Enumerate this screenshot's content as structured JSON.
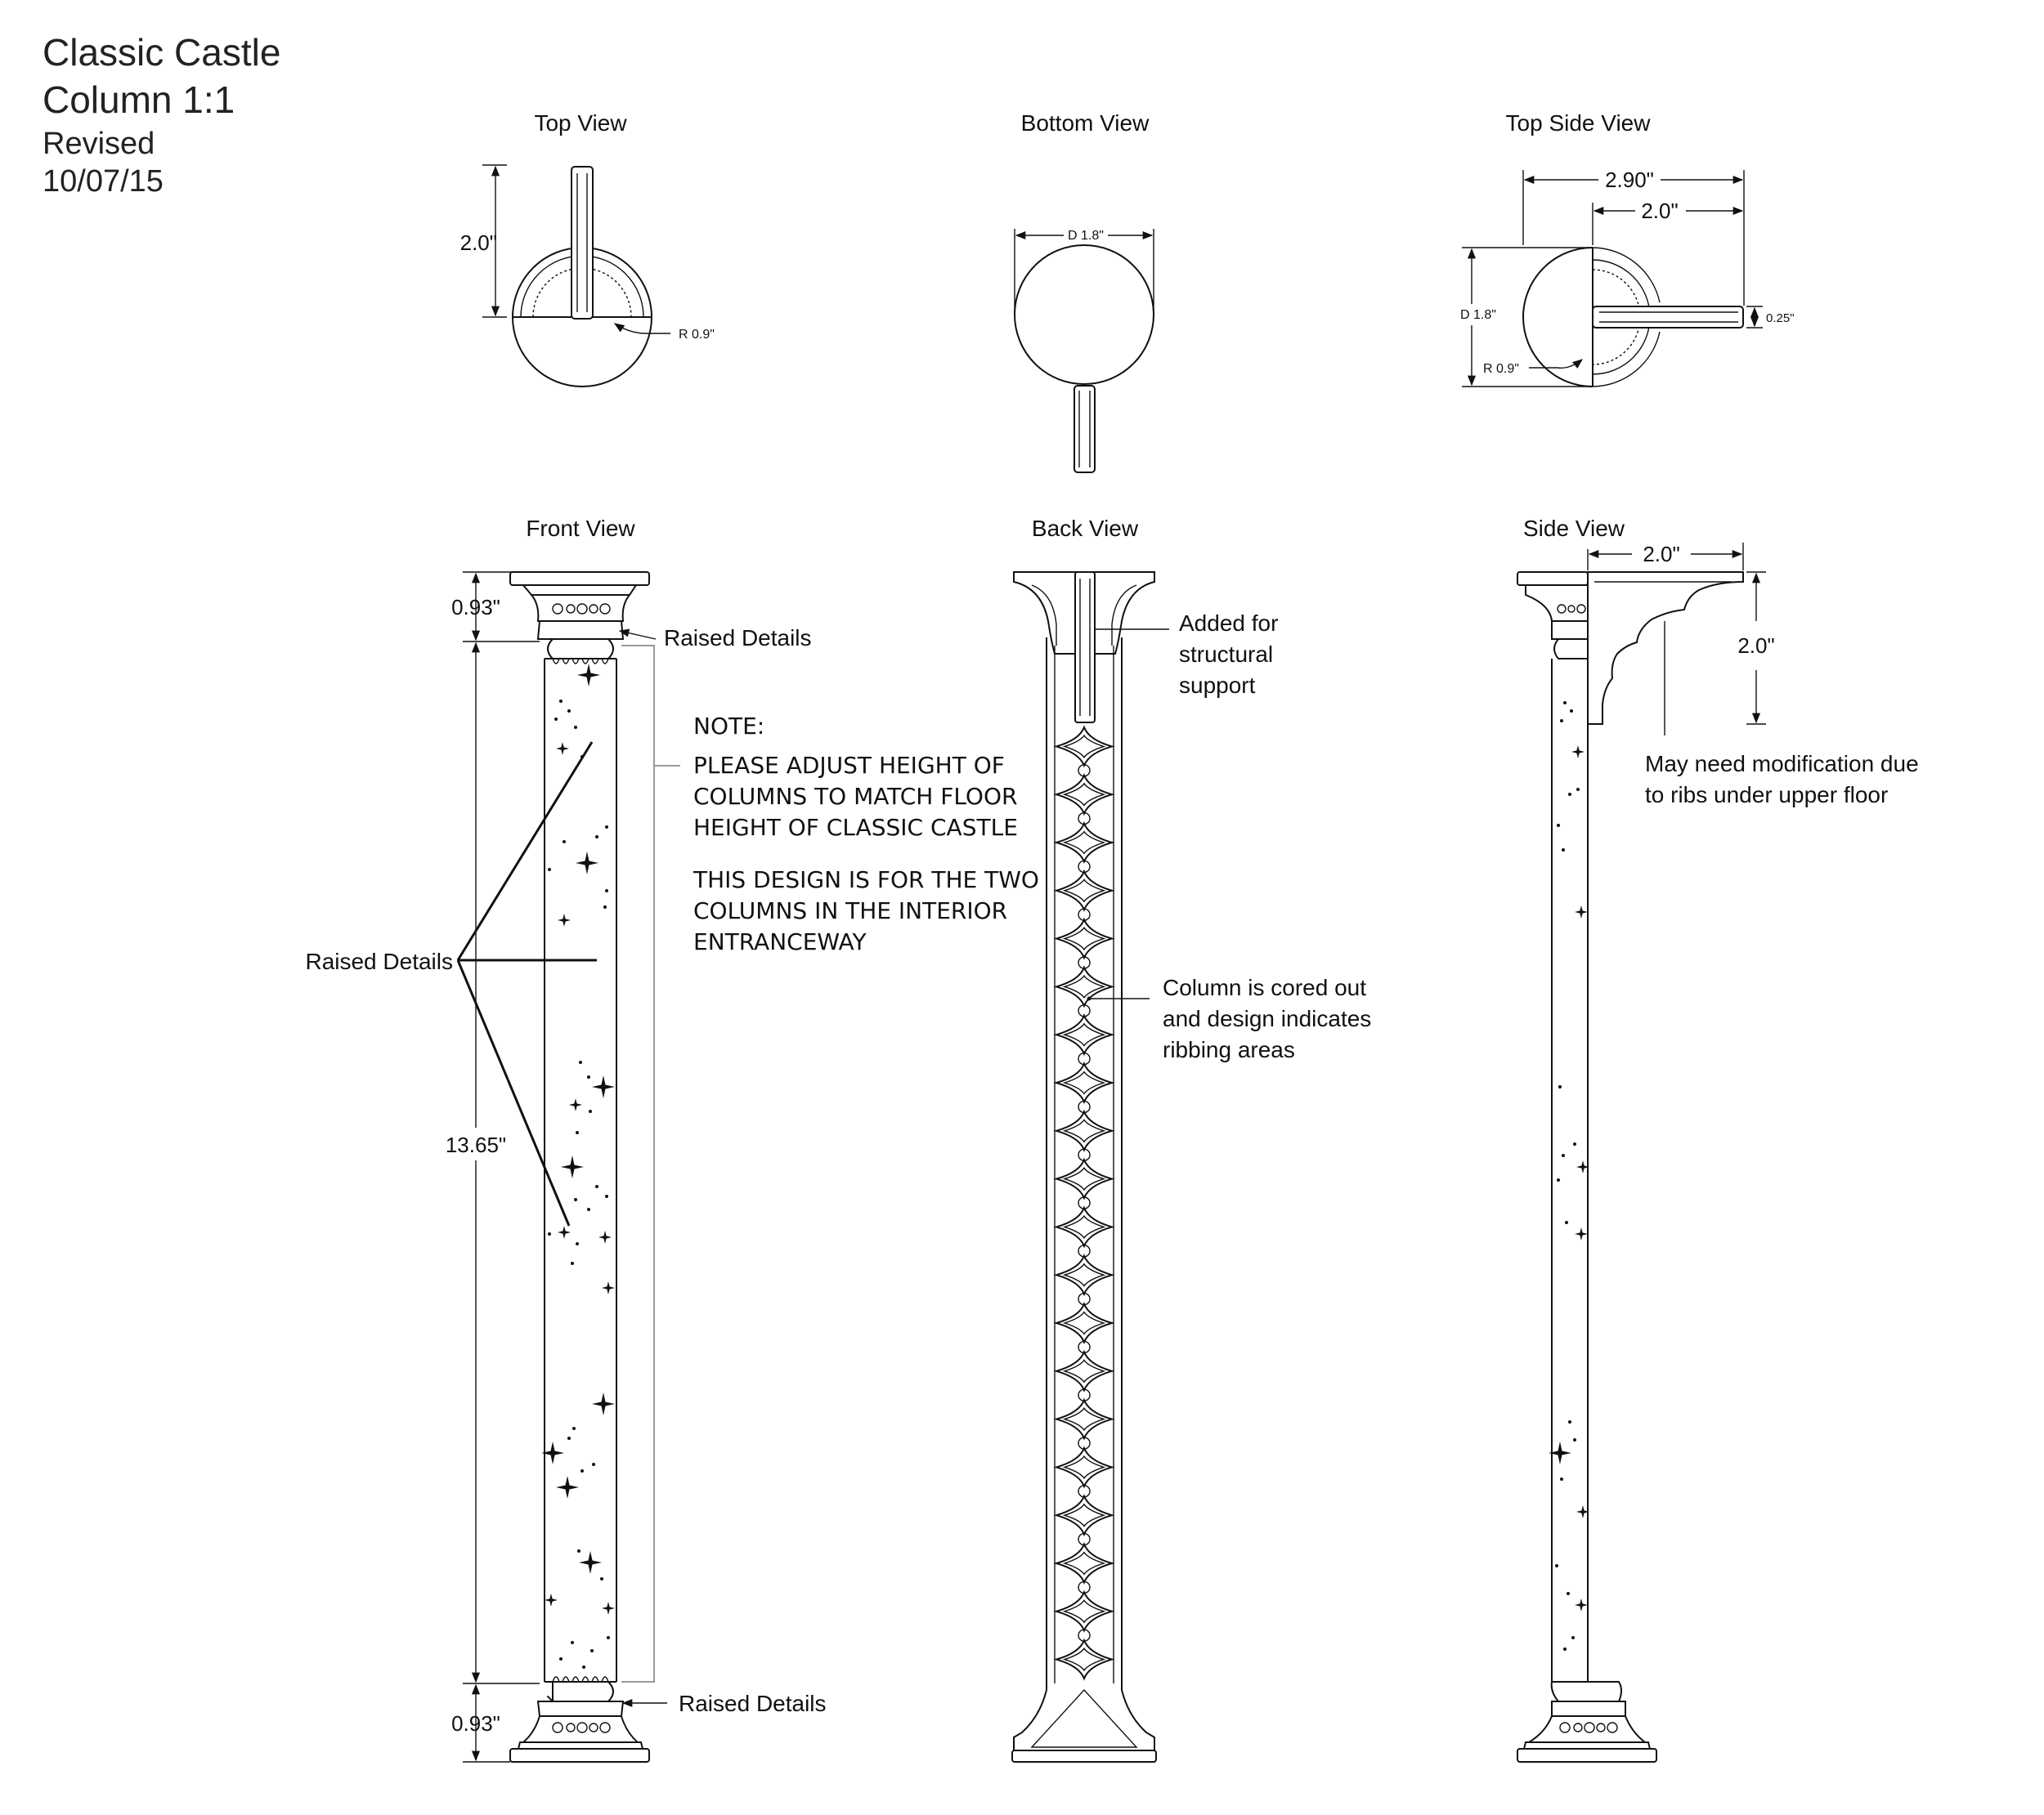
{
  "title": {
    "line1": "Classic Castle",
    "line2": "Column  1:1",
    "line3": "Revised",
    "line4": "10/07/15"
  },
  "views": {
    "top": "Top View",
    "bottom": "Bottom View",
    "top_side": "Top Side View",
    "front": "Front View",
    "back": "Back View",
    "side": "Side View"
  },
  "dimensions": {
    "top_view_height": "2.0\"",
    "top_view_radius": "R 0.9\"",
    "bottom_view_diameter": "D 1.8\"",
    "top_side_overall": "2.90\"",
    "top_side_arm": "2.0\"",
    "top_side_diameter": "D 1.8\"",
    "top_side_thickness": "0.25\"",
    "top_side_radius": "R 0.9\"",
    "front_capital": "0.93\"",
    "front_shaft": "13.65\"",
    "front_base": "0.93\"",
    "side_bracket_width": "2.0\"",
    "side_bracket_height": "2.0\""
  },
  "callouts": {
    "raised_top": "Raised Details",
    "raised_mid": "Raised Details",
    "raised_bottom": "Raised Details",
    "structural": [
      "Added for",
      "structural",
      "support"
    ],
    "cored": [
      "Column is cored out",
      "and design indicates",
      "ribbing areas"
    ],
    "modification": [
      "May need modification due",
      "to ribs under upper floor"
    ]
  },
  "note": {
    "heading": "NOTE:",
    "para1": [
      "PLEASE ADJUST HEIGHT OF",
      "COLUMNS TO MATCH FLOOR",
      "HEIGHT OF CLASSIC CASTLE"
    ],
    "para2": [
      "THIS DESIGN IS FOR THE TWO",
      "COLUMNS IN THE INTERIOR",
      "ENTRANCEWAY"
    ]
  }
}
